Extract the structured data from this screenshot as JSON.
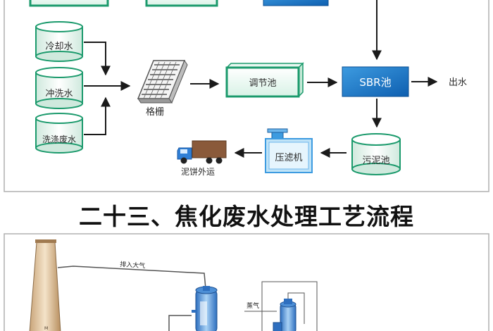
{
  "top_diagram": {
    "inputs": [
      "冷却水",
      "冲洗水",
      "洗涤废水"
    ],
    "screen_label": "格栅",
    "tank_label": "调节池",
    "sbr_label": "SBR池",
    "outlet_label": "出水",
    "sludge_label": "污泥池",
    "press_label": "压滤机",
    "cake_label": "泥饼外运"
  },
  "section_heading": "二十三、焦化废水处理工艺流程",
  "bottom_diagram": {
    "exhaust_label": "排入大气",
    "steam_label": "蒸气"
  }
}
